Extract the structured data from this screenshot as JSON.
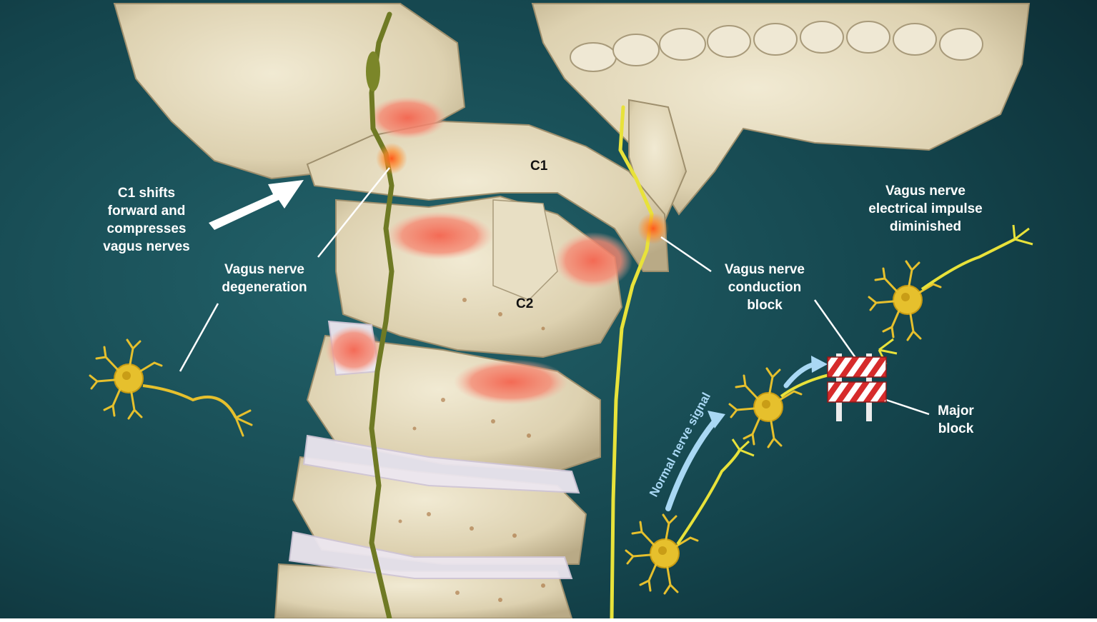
{
  "labels": {
    "c1_shift": [
      "C1 shifts",
      "forward and",
      "compresses",
      "vagus nerves"
    ],
    "degeneration": [
      "Vagus nerve",
      "degeneration"
    ],
    "conduction": [
      "Vagus nerve",
      "conduction",
      "block"
    ],
    "impulse": [
      "Vagus nerve",
      "electrical impulse",
      "diminished"
    ],
    "major_block": [
      "Major",
      "block"
    ],
    "c1": "C1",
    "c2": "C2",
    "normal_signal": "Normal nerve signal"
  },
  "colors": {
    "background": "#14424a",
    "bone": "#e6dcc0",
    "disc": "#ece6ee",
    "inflammation": "#f3735f",
    "degenerated_nerve": "#6f7a24",
    "healthy_nerve": "#e8e23a",
    "neuron": "#e6c02d",
    "signal_arrow": "#a9d8f4",
    "barrier_red": "#d62b2b"
  }
}
